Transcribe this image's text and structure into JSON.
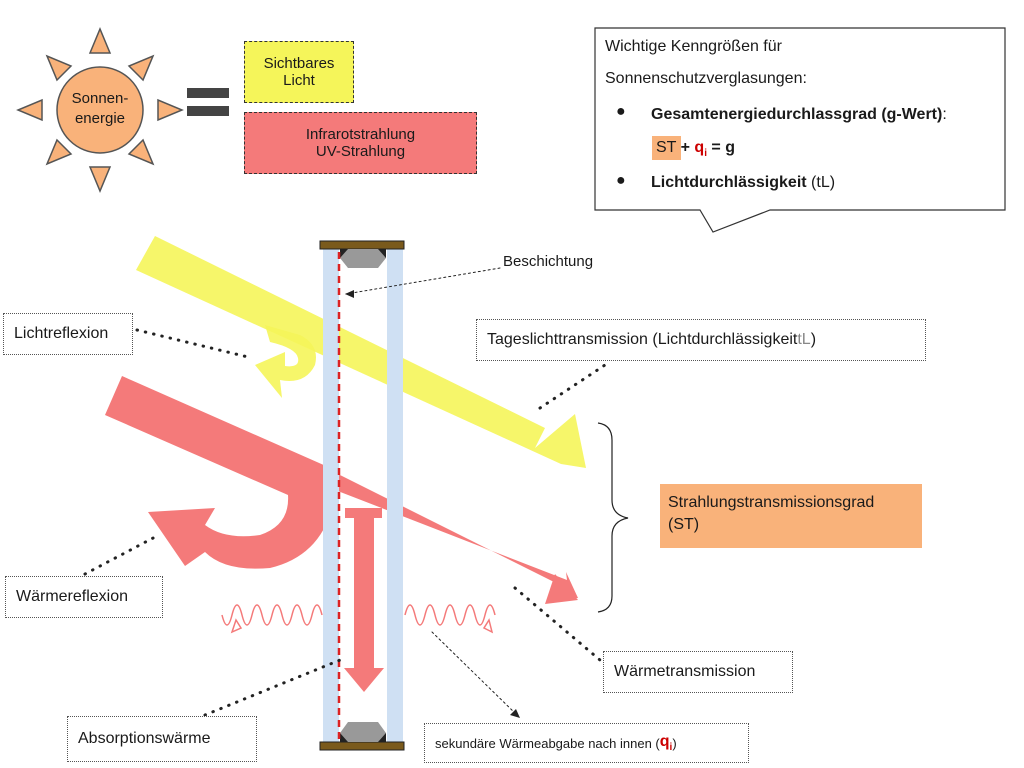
{
  "sun": {
    "line1": "Sonnen-",
    "line2": "energie"
  },
  "visible_light": {
    "line1": "Sichtbares",
    "line2": "Licht"
  },
  "infrared": {
    "line1": "Infrarotstrahlung",
    "line2": "UV-Strahlung"
  },
  "callout": {
    "line1": "Wichtige Kenngrößen für",
    "line2": "Sonnenschutzverglasungen:",
    "item1_bold": "Gesamtenergiedurchlassgrad (g-Wert)",
    "item1_colon": ":",
    "formula_st": "ST",
    "formula_plus": "+",
    "formula_q": "q",
    "formula_i": "i",
    "formula_eq": "= g",
    "item2_bold": "Lichtdurchlässigkeit",
    "item2_rest": " (tL)"
  },
  "labels": {
    "beschichtung": "Beschichtung",
    "lichtreflexion": "Lichtreflexion",
    "tageslicht_pre": "Tageslichttransmission (Lichtdurchlässigkeit ",
    "tageslicht_tl": "tL",
    "tageslicht_post": ")",
    "st_line1": "Strahlungstransmissionsgrad",
    "st_line2": "(ST)",
    "waermereflexion": "Wärmereflexion",
    "waermetransmission": "Wärmetransmission",
    "absorption": "Absorptionswärme",
    "sekundaer_pre": "sekundäre Wärmeabgabe nach innen (",
    "sekundaer_q": "q",
    "sekundaer_i": "i",
    "sekundaer_post": ")"
  },
  "colors": {
    "sun": "#f9b27a",
    "yellow": "#f5f55a",
    "red": "#f47a7a",
    "orange": "#f9b27a",
    "glass": "#cfe0f3",
    "frame": "#7a5a1c",
    "coating": "#dd2222"
  }
}
